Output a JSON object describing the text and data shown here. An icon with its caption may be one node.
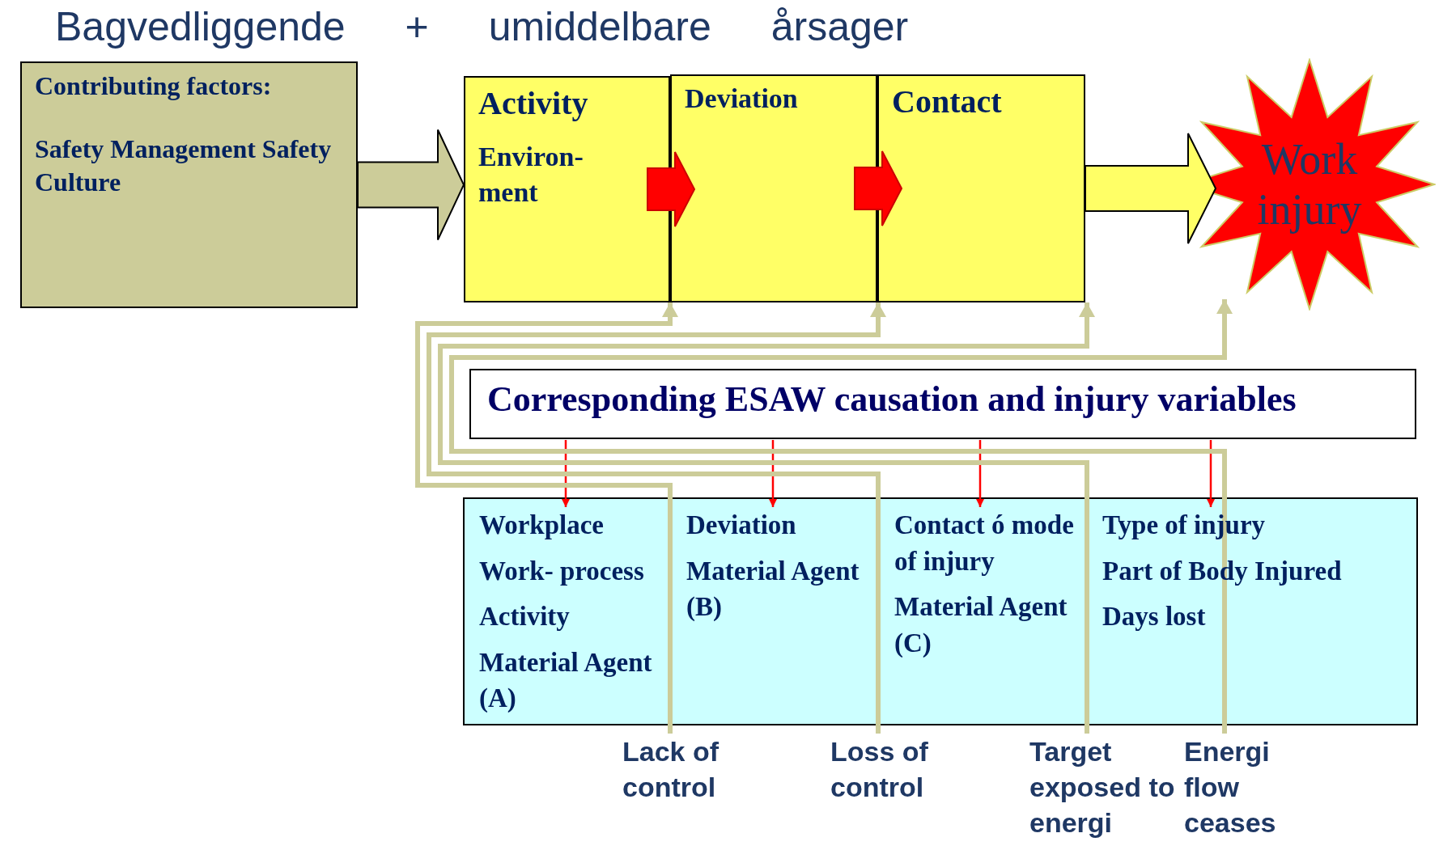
{
  "diagram": {
    "title": "Bagvedliggende + umiddelbare årsager",
    "nodes": [
      {
        "text": [
          "Contributing factors:",
          "Safety Management Safety Culture"
        ]
      },
      {
        "text": [
          "Activity",
          "Environ- ment"
        ]
      },
      {
        "text": [
          "Deviation"
        ]
      },
      {
        "text": [
          "Contact"
        ]
      },
      {
        "text": [
          "Work injury"
        ]
      },
      {
        "text": [
          "Corresponding ESAW causation and injury variables"
        ]
      },
      {
        "text": [],
        "shape": "box"
      },
      {
        "text": [
          "Workplace",
          "Work- process",
          "Activity",
          "Material Agent (A)"
        ],
        "in": 6
      },
      {
        "text": [
          "Deviation",
          "Material Agent (B)"
        ],
        "in": 6
      },
      {
        "text": [
          "Contact ó mode of injury",
          "Material Agent (C)"
        ],
        "in": 6
      },
      {
        "text": [
          "Type of injury",
          "Part of Body Injured",
          "Days lost"
        ],
        "in": 6
      },
      {
        "text": [
          "Lack of control"
        ]
      },
      {
        "text": [
          "Loss of control"
        ]
      },
      {
        "text": [
          "Target exposed to energi"
        ]
      },
      {
        "text": [
          "Energi flow ceases"
        ]
      }
    ],
    "edges": [
      {
        "from": 0,
        "to": 1,
        "arrow": "to",
        "style": "thick",
        "color": "#cccc99"
      },
      {
        "from": 1,
        "to": 2,
        "arrow": "to",
        "style": "thick",
        "color": "#ff0000"
      },
      {
        "from": 2,
        "to": 3,
        "arrow": "to",
        "style": "thick",
        "color": "#ff0000"
      },
      {
        "from": 3,
        "to": 4,
        "arrow": "to",
        "style": "thick",
        "color": "#ffff66"
      },
      {
        "from": 5,
        "to": 7,
        "arrow": "to",
        "color": "#ff0000"
      },
      {
        "from": 5,
        "to": 8,
        "arrow": "to",
        "color": "#ff0000"
      },
      {
        "from": 5,
        "to": 9,
        "arrow": "to",
        "color": "#ff0000"
      },
      {
        "from": 5,
        "to": 10,
        "arrow": "to",
        "color": "#ff0000"
      },
      {
        "from": 11,
        "to": 1,
        "arrow": "to",
        "style": "thick",
        "color": "#cccc99"
      },
      {
        "from": 12,
        "to": 2,
        "arrow": "to",
        "style": "thick",
        "color": "#cccc99"
      },
      {
        "from": 13,
        "to": 3,
        "arrow": "to",
        "style": "thick",
        "color": "#cccc99"
      },
      {
        "from": 14,
        "to": 4,
        "arrow": "to",
        "style": "thick",
        "color": "#cccc99"
      }
    ]
  }
}
